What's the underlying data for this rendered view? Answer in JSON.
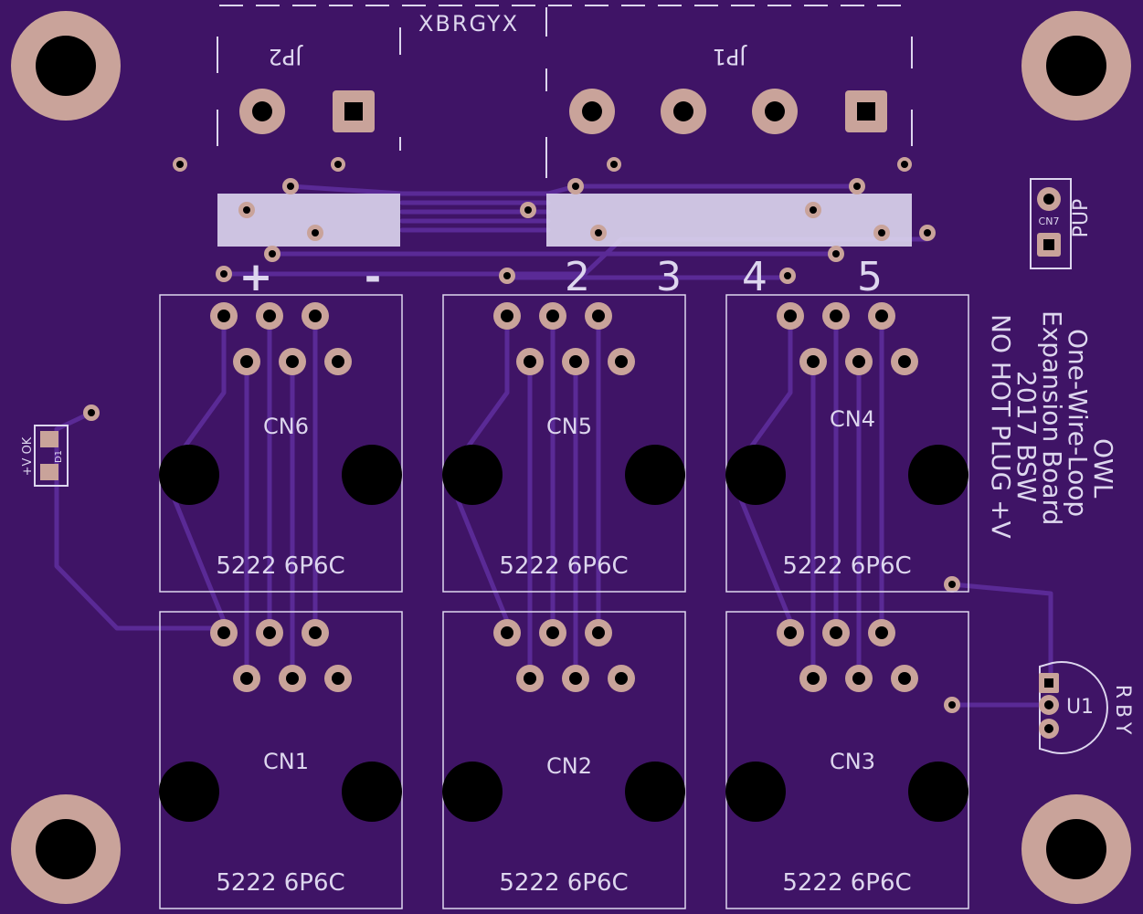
{
  "board": {
    "header_code": "XBRGYX",
    "header_left_label": "JP2",
    "header_right_label": "JP1",
    "pin_labels": [
      "+",
      "-",
      "2",
      "3",
      "4",
      "5"
    ],
    "connectors": [
      {
        "ref": "CN6",
        "part": "5222 6P6C"
      },
      {
        "ref": "CN5",
        "part": "5222 6P6C"
      },
      {
        "ref": "CN4",
        "part": "5222 6P6C"
      },
      {
        "ref": "CN1",
        "part": "5222 6P6C"
      },
      {
        "ref": "CN2",
        "part": "5222 6P6C"
      },
      {
        "ref": "CN3",
        "part": "5222 6P6C"
      }
    ],
    "pullup_ref": "CN7",
    "pullup_label": "PUP",
    "led_ref": "D1",
    "led_label": "+V OK",
    "regulator_ref": "U1",
    "regulator_pins": "RBY",
    "info_lines": [
      "OWL",
      "One-Wire-Loop",
      "Expansion Board",
      "2017 BSW",
      "NO HOT PLUG +V"
    ],
    "colors": {
      "board": "#3f1466",
      "copper_trace": "#5a2a96",
      "pad": "#c9a39a",
      "silkscreen": "#ddd6ee",
      "drill": "#000000"
    }
  }
}
